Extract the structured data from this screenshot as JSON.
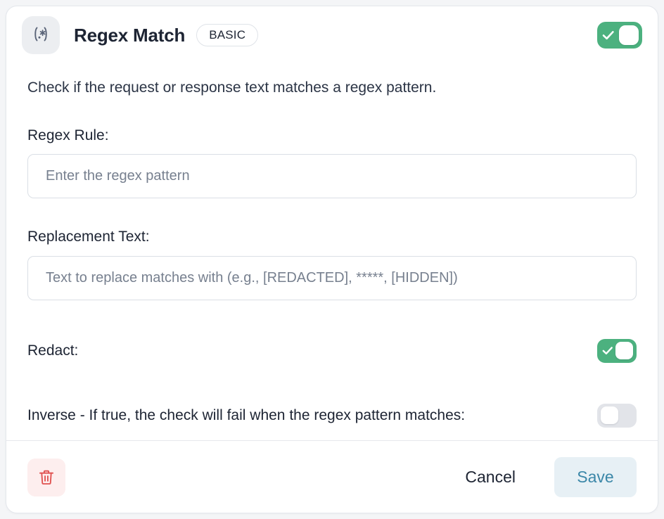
{
  "card": {
    "header": {
      "icon_name": "regex-icon",
      "icon_text": "(.*)",
      "title": "Regex Match",
      "badge": "BASIC",
      "enabled_toggle": {
        "name": "enable-check-toggle",
        "state": "on"
      }
    },
    "description": "Check if the request or response text matches a regex pattern.",
    "fields": [
      {
        "label": "Regex Rule:",
        "name": "regex-rule",
        "value": "",
        "placeholder": "Enter the regex pattern"
      },
      {
        "label": "Replacement Text:",
        "name": "replacement-text",
        "value": "",
        "placeholder": "Text to replace matches with (e.g., [REDACTED], *****, [HIDDEN])"
      }
    ],
    "switches": [
      {
        "label": "Redact:",
        "name": "redact",
        "state": "on"
      },
      {
        "label": "Inverse - If true, the check will fail when the regex pattern matches:",
        "name": "inverse",
        "state": "off"
      }
    ],
    "footer": {
      "delete_icon": "trash-icon",
      "cancel_label": "Cancel",
      "save_label": "Save"
    }
  },
  "colors": {
    "toggle_on": "#4cb17f",
    "toggle_off": "#e2e4e9",
    "save_text": "#3b87a8",
    "save_bg": "#e7f0f5",
    "delete_icon": "#e0514f",
    "delete_bg": "#fdeeee",
    "title": "#1d2433",
    "page_bg": "#f4f5f7"
  }
}
